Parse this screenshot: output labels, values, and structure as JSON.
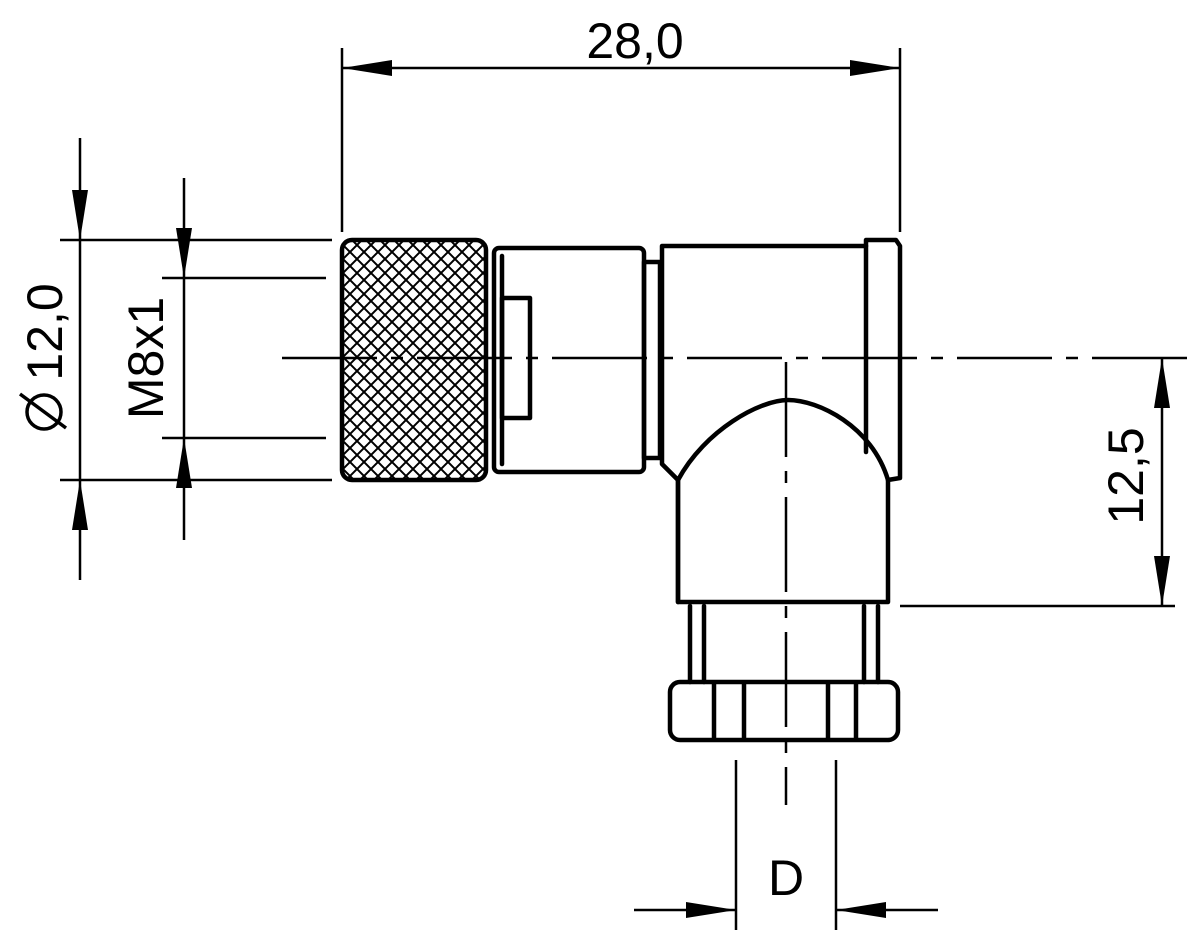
{
  "dimensions": {
    "overall_length": "28,0",
    "outer_diameter": "12,0",
    "diameter_symbol": "Ø",
    "thread": "M8x1",
    "offset_height": "12,5",
    "cable_diameter": "D"
  }
}
